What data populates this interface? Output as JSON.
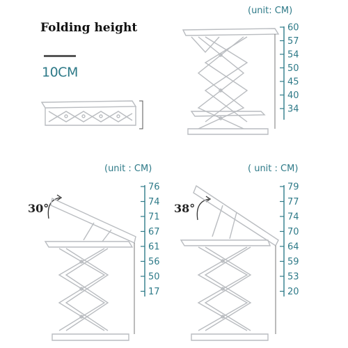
{
  "header": {
    "title": "Folding height",
    "folded_height": "10CM"
  },
  "scales": {
    "top_right": {
      "unit": "(unit: CM)",
      "ticks": [
        "60",
        "57",
        "54",
        "50",
        "45",
        "40",
        "34"
      ]
    },
    "bottom_left": {
      "unit": "(unit : CM)",
      "angle": "30°",
      "ticks": [
        "76",
        "74",
        "71",
        "67",
        "61",
        "56",
        "50",
        "17"
      ]
    },
    "bottom_right": {
      "unit": "( unit : CM)",
      "angle": "38°",
      "ticks": [
        "79",
        "77",
        "74",
        "70",
        "64",
        "59",
        "53",
        "20"
      ]
    }
  },
  "colors": {
    "accent": "#2e7a88",
    "stand": "#b9bcc0"
  }
}
